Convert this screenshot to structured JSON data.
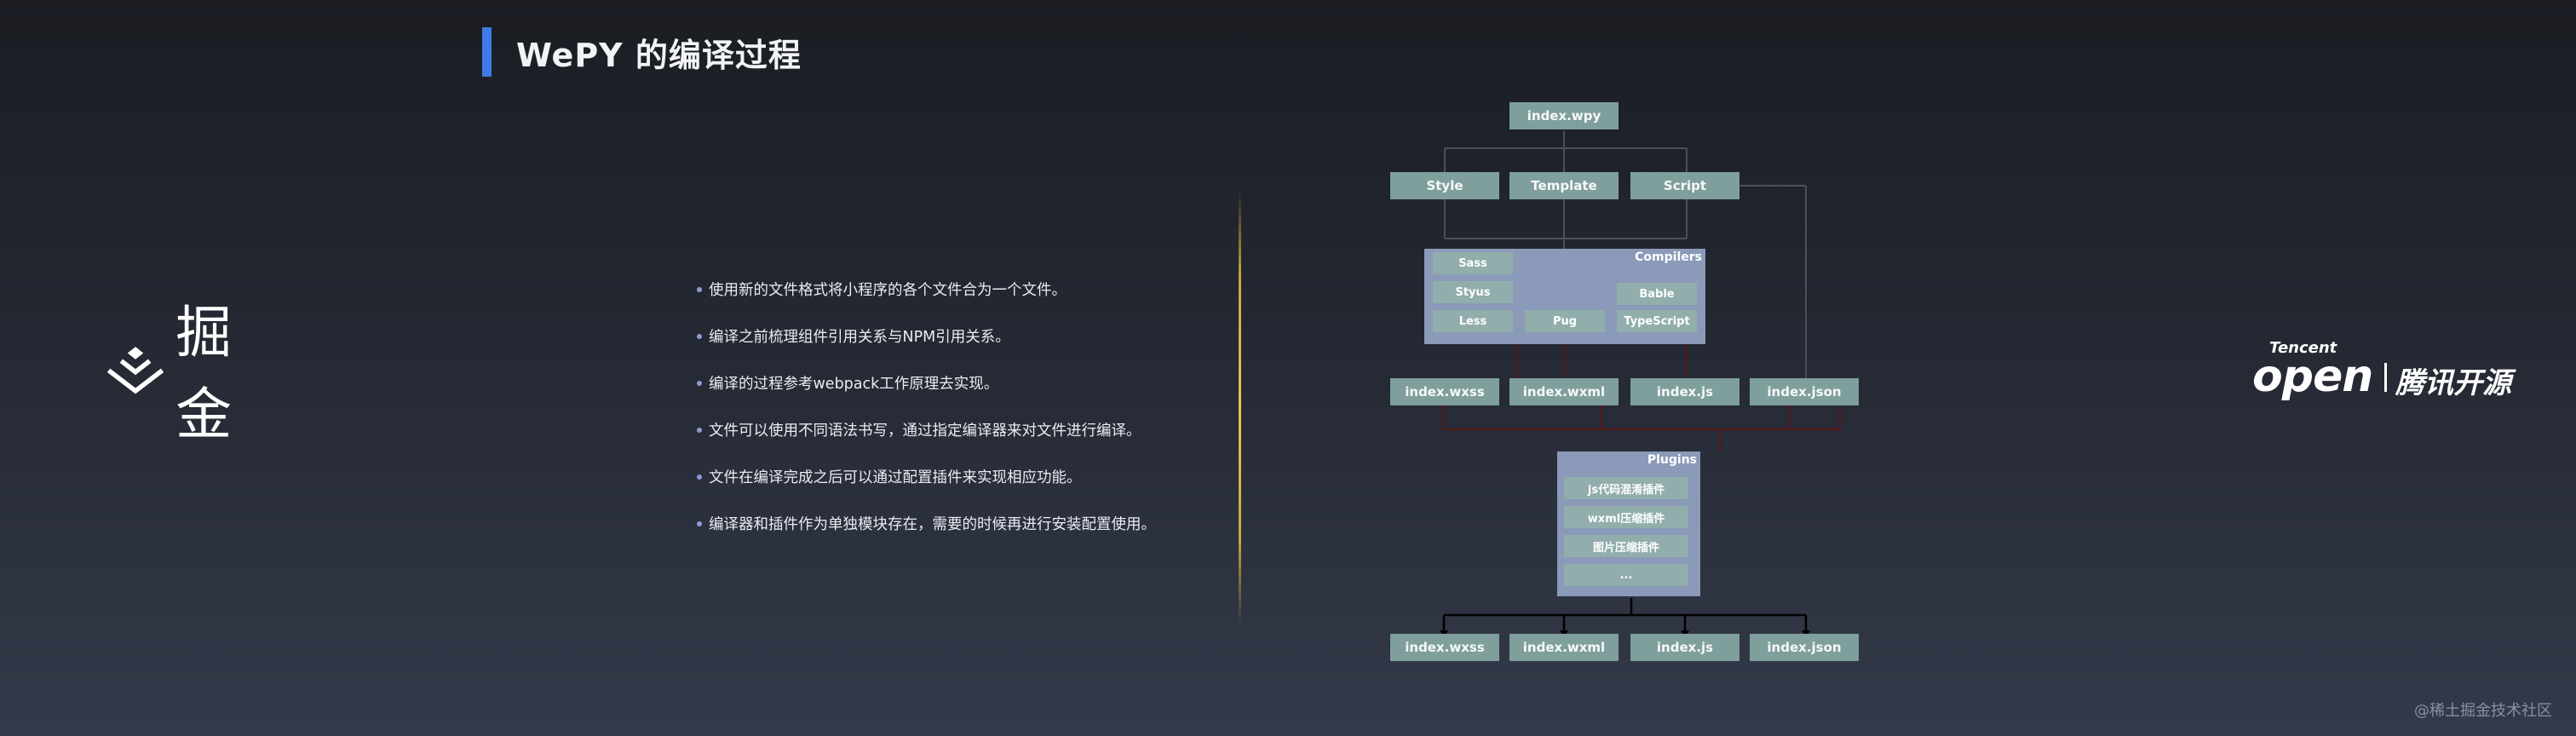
{
  "slide": {
    "title": "WePY 的编译过程",
    "bullets": [
      "使用新的文件格式将小程序的各个文件合为一个文件。",
      "编译之前梳理组件引用关系与NPM引用关系。",
      "编译的过程参考webpack工作原理去实现。",
      "文件可以使用不同语法书写，通过指定编译器来对文件进行编译。",
      "文件在编译完成之后可以通过配置插件来实现相应功能。",
      "编译器和插件作为单独模块存在，需要的时候再进行安装配置使用。"
    ]
  },
  "brand": {
    "juejin_text": "掘金",
    "tencent_small": "Tencent",
    "tencent_open": "open",
    "tencent_cn": "腾讯开源",
    "watermark": "@稀土掘金技术社区"
  },
  "diagram": {
    "source": "index.wpy",
    "parts": [
      "Style",
      "Template",
      "Script"
    ],
    "compilers": {
      "title": "Compilers",
      "items": [
        "Sass",
        "Styus",
        "Less",
        "Pug",
        "Bable",
        "TypeScript"
      ]
    },
    "outputs_mid": [
      "index.wxss",
      "index.wxml",
      "index.js",
      "index.json"
    ],
    "plugins": {
      "title": "Plugins",
      "items": [
        "js代码混淆插件",
        "wxml压缩插件",
        "图片压缩插件",
        "..."
      ]
    },
    "outputs_final": [
      "index.wxss",
      "index.wxml",
      "index.js",
      "index.json"
    ]
  },
  "colors": {
    "title_accent": "#3f7be8",
    "box": "#7f9f9d",
    "panel": "#8a9ab8",
    "divider": "#e5c84d",
    "edge": "#5a1616"
  }
}
